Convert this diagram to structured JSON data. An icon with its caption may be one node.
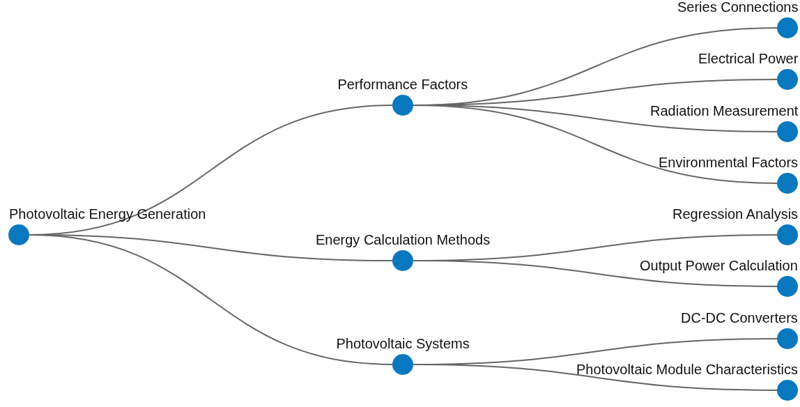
{
  "diagram": {
    "nodes": [
      {
        "text": [
          "Photovoltaic Energy Generation"
        ]
      },
      {
        "text": [
          "Performance Factors"
        ]
      },
      {
        "text": [
          "Series Connections"
        ]
      },
      {
        "text": [
          "Electrical Power"
        ]
      },
      {
        "text": [
          "Radiation Measurement"
        ]
      },
      {
        "text": [
          "Environmental Factors"
        ]
      },
      {
        "text": [
          "Energy Calculation Methods"
        ]
      },
      {
        "text": [
          "Regression Analysis"
        ]
      },
      {
        "text": [
          "Output Power Calculation"
        ]
      },
      {
        "text": [
          "Photovoltaic Systems"
        ]
      },
      {
        "text": [
          "DC-DC Converters"
        ]
      },
      {
        "text": [
          "Photovoltaic Module Characteristics"
        ]
      }
    ],
    "edges": [
      {
        "from": 0,
        "to": 1,
        "arrow": "none"
      },
      {
        "from": 1,
        "to": 2,
        "arrow": "none"
      },
      {
        "from": 1,
        "to": 3,
        "arrow": "none"
      },
      {
        "from": 1,
        "to": 4,
        "arrow": "none"
      },
      {
        "from": 1,
        "to": 5,
        "arrow": "none"
      },
      {
        "from": 0,
        "to": 6,
        "arrow": "none"
      },
      {
        "from": 6,
        "to": 7,
        "arrow": "none"
      },
      {
        "from": 6,
        "to": 8,
        "arrow": "none"
      },
      {
        "from": 0,
        "to": 9,
        "arrow": "none"
      },
      {
        "from": 9,
        "to": 10,
        "arrow": "none"
      },
      {
        "from": 9,
        "to": 11,
        "arrow": "none"
      }
    ]
  }
}
